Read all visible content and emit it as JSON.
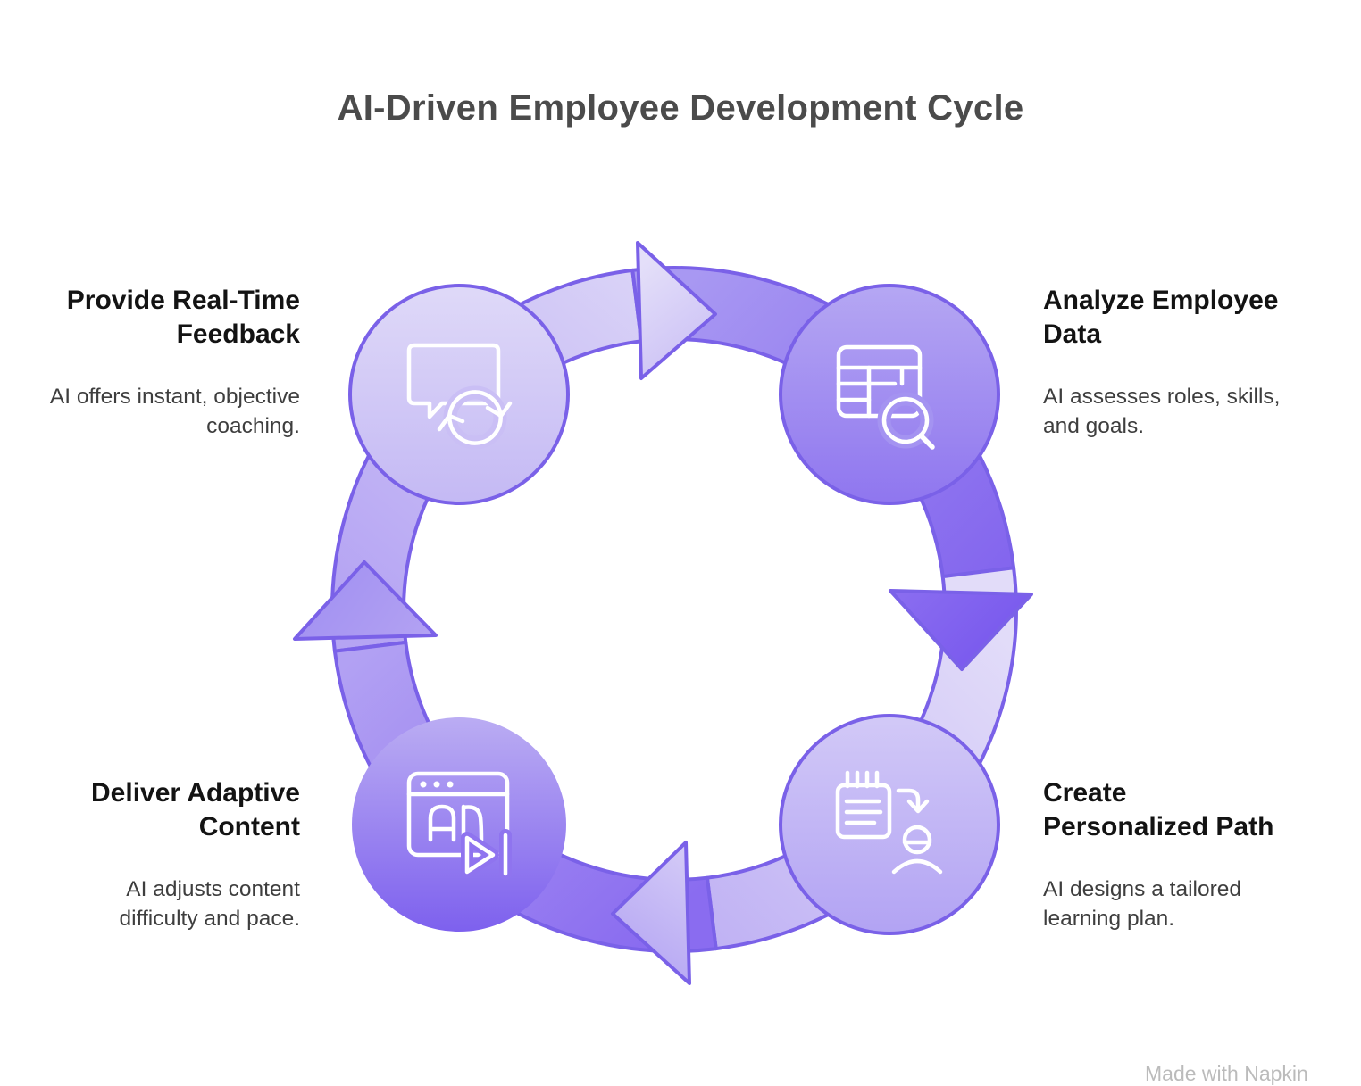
{
  "title": "AI-Driven Employee Development Cycle",
  "steps": {
    "feedback": {
      "heading": [
        "Provide Real-Time",
        "Feedback"
      ],
      "description": [
        "AI offers instant, objective",
        "coaching."
      ],
      "icon": "speech-bubble-sync-icon",
      "position": "top-left"
    },
    "analyze": {
      "heading": [
        "Analyze Employee",
        "Data"
      ],
      "description": [
        "AI assesses roles, skills,",
        "and goals."
      ],
      "icon": "table-magnifier-icon",
      "position": "top-right"
    },
    "create": {
      "heading": [
        "Create",
        "Personalized Path"
      ],
      "description": [
        "AI designs a tailored",
        "learning plan."
      ],
      "icon": "notepad-person-icon",
      "position": "bottom-right"
    },
    "deliver": {
      "heading": [
        "Deliver Adaptive",
        "Content"
      ],
      "description": [
        "AI adjusts content",
        "difficulty and pace."
      ],
      "icon": "browser-ad-play-icon",
      "position": "bottom-left"
    }
  },
  "cycle_direction": "clockwise",
  "watermark": "Made with Napkin",
  "colors": {
    "accent_stroke": "#7a61e8",
    "band_light": "#d9d2f7",
    "band_medium": "#ab9af2",
    "band_dark": "#8365ee",
    "node_light": "#ded8f8",
    "node_dark": "#7e61ee",
    "icon_stroke": "#ffffff",
    "title_text": "#4b4b4b",
    "heading_text": "#131313",
    "body_text": "#3e3e3e"
  }
}
